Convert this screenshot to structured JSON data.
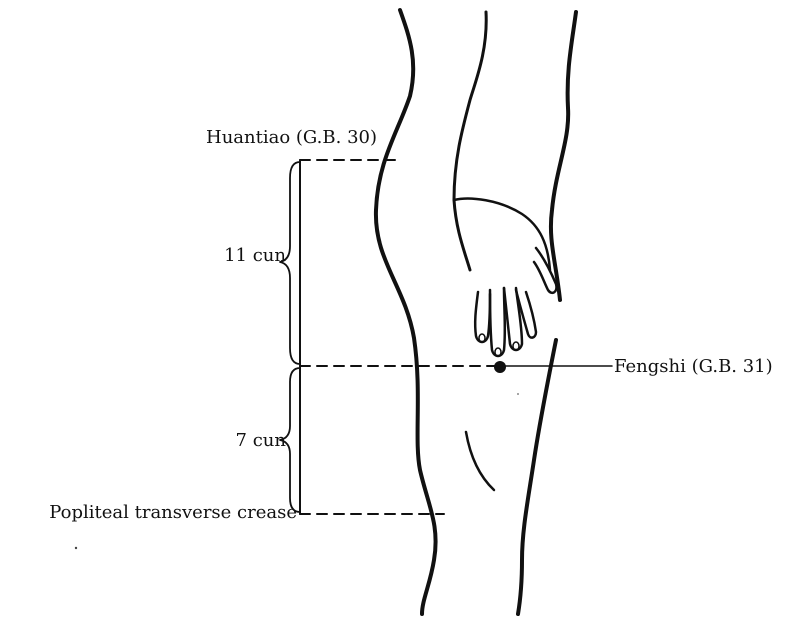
{
  "labels": {
    "huantiao": "Huantiao (G.B. 30)",
    "upper_distance": "11 cun",
    "fengshi": "Fengshi (G.B. 31)",
    "lower_distance": "7 cun",
    "popliteal": "Popliteal transverse crease"
  },
  "colors": {
    "ink": "#111111",
    "background": "#ffffff"
  }
}
